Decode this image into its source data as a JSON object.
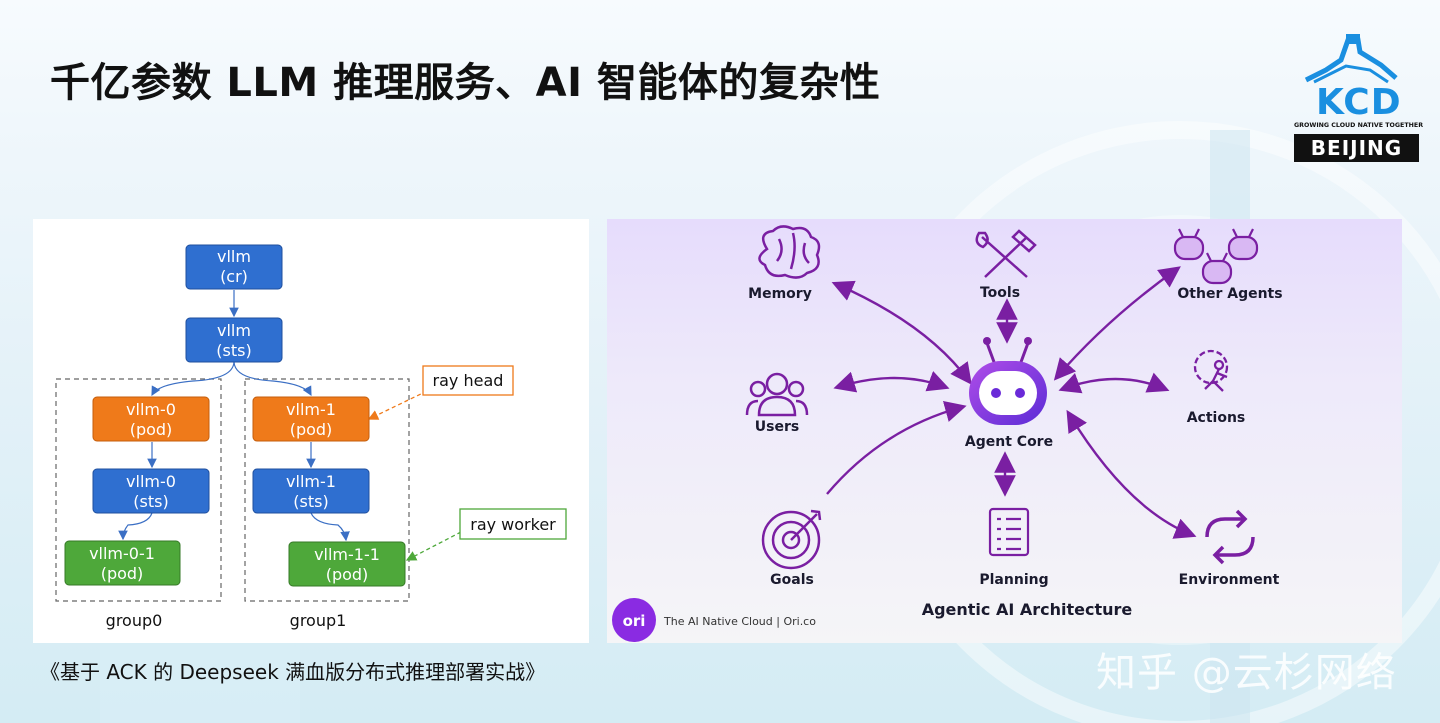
{
  "title": "千亿参数 LLM 推理服务、AI 智能体的复杂性",
  "logo": {
    "brand": "KCD",
    "tagline": "GROWING CLOUD NATIVE TOGETHER",
    "city": "BEIJING"
  },
  "left_diagram": {
    "top_cr": [
      "vllm",
      "(cr)"
    ],
    "top_sts": [
      "vllm",
      "(sts)"
    ],
    "g0_pod": [
      "vllm-0",
      "(pod)"
    ],
    "g0_sts": [
      "vllm-0",
      "(sts)"
    ],
    "g0_leaf": [
      "vllm-0-1",
      "(pod)"
    ],
    "g1_pod": [
      "vllm-1",
      "(pod)"
    ],
    "g1_sts": [
      "vllm-1",
      "(sts)"
    ],
    "g1_leaf": [
      "vllm-1-1",
      "(pod)"
    ],
    "group0": "group0",
    "group1": "group1",
    "ray_head": "ray head",
    "ray_worker": "ray worker"
  },
  "right_diagram": {
    "memory": "Memory",
    "tools": "Tools",
    "other_agents": "Other Agents",
    "users": "Users",
    "agent_core": "Agent Core",
    "actions": "Actions",
    "goals": "Goals",
    "planning": "Planning",
    "environment": "Environment",
    "heading": "Agentic AI Architecture",
    "footer_logo": "ori",
    "footer_text": "The AI Native Cloud | Ori.co",
    "colors": {
      "accent": "#8a2be2",
      "arrow": "#7a1fa2"
    }
  },
  "caption": "《基于 ACK 的 Deepseek 满血版分布式推理部署实战》",
  "watermark": "知乎 @云杉网络",
  "colors": {
    "blue": "#2f6fd0",
    "orange": "#ef7a1a",
    "green": "#4ea83a"
  }
}
